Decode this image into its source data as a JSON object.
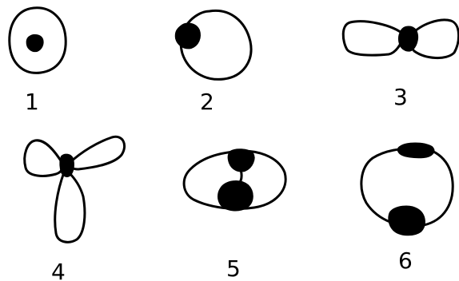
{
  "figures": [
    {
      "label": "1"
    },
    {
      "label": "2"
    },
    {
      "label": "3"
    },
    {
      "label": "4"
    },
    {
      "label": "5"
    },
    {
      "label": "6"
    }
  ],
  "colors": {
    "stroke": "#000000",
    "background": "#ffffff"
  }
}
